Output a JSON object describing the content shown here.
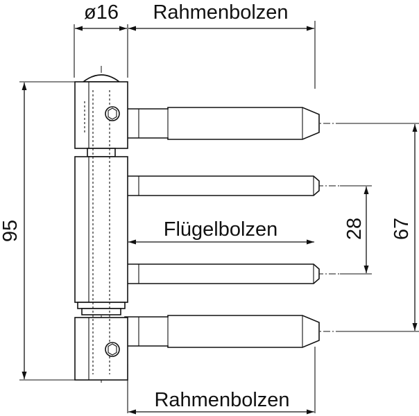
{
  "labels": {
    "diameter": "ø16",
    "frame_pin_top": "Rahmenbolzen",
    "frame_pin_bottom": "Rahmenbolzen",
    "leaf_pin": "Flügelbolzen",
    "total_height": "95",
    "pin_spacing_inner": "28",
    "pin_spacing_outer": "67"
  }
}
